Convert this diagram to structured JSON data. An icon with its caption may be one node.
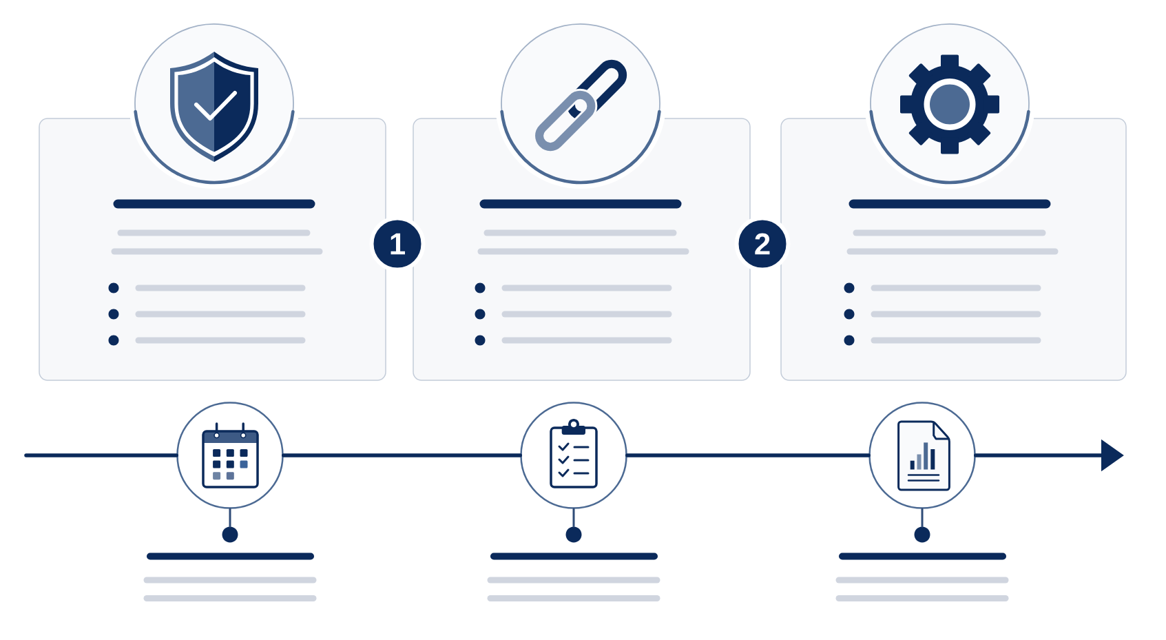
{
  "diagram": {
    "nodes": [
      {
        "text": [],
        "shape": "box"
      },
      {
        "text": [],
        "shape": "box"
      },
      {
        "text": [],
        "shape": "box"
      },
      {
        "text": [
          "1"
        ]
      },
      {
        "text": [
          "2"
        ]
      },
      {
        "text": [],
        "shape": "circle"
      },
      {
        "text": [],
        "shape": "circle"
      },
      {
        "text": [],
        "shape": "circle"
      },
      {
        "text": [],
        "shape": "circle"
      },
      {
        "text": [],
        "shape": "circle"
      },
      {
        "text": [],
        "shape": "circle"
      }
    ],
    "edges": [
      {
        "from": null,
        "to": 5,
        "arrow": "none"
      },
      {
        "from": 5,
        "to": 6,
        "arrow": "none"
      },
      {
        "from": 6,
        "to": 7,
        "arrow": "none"
      },
      {
        "from": 7,
        "to": null,
        "arrow": "to"
      },
      {
        "from": 5,
        "to": 8,
        "arrow": "none"
      },
      {
        "from": 6,
        "to": 9,
        "arrow": "none"
      },
      {
        "from": 7,
        "to": 10,
        "arrow": "none"
      }
    ]
  }
}
